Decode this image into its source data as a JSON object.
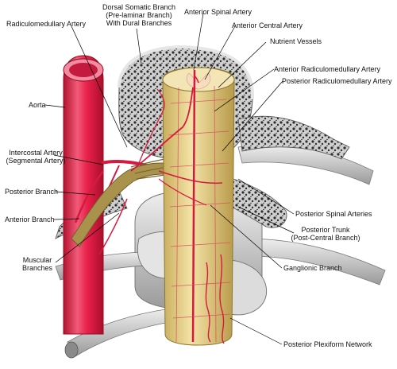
{
  "colors": {
    "artery": "#e8204a",
    "artery_dark": "#b3122f",
    "artery_light": "#f7a0b0",
    "cord": "#e9d48a",
    "cord_dark": "#b89a4a",
    "bone": "#d9d9d9",
    "bone_dark": "#8c8c8c",
    "trabecular": "#3a3a3a",
    "nerve": "#b8a058",
    "grey_matter": "#f6e3c8",
    "leader": "#000000"
  },
  "labels": {
    "radiculomedullary_artery": "Radiculomedullary Artery",
    "dorsal_somatic_line1": "Dorsal Somatic Branch",
    "dorsal_somatic_line2": "(Pre-laminar Branch)",
    "dorsal_somatic_line3": "With Dural Branches",
    "anterior_spinal_artery": "Anterior Spinal Artery",
    "anterior_central_artery": "Anterior Central Artery",
    "nutrient_vessels": "Nutrient Vessels",
    "anterior_radiculomedullary_artery": "Anterior Radiculomedullary Artery",
    "posterior_radiculomedullary_artery": "Posterior Radiculomedullary Artery",
    "aorta": "Aorta",
    "intercostal_line1": "Intercostal Artery",
    "intercostal_line2": "(Segmental Artery)",
    "posterior_branch": "Posterior Branch",
    "anterior_branch": "Anterior Branch",
    "posterior_spinal_arteries": "Posterior Spinal Arteries",
    "posterior_trunk_line1": "Posterior Trunk",
    "posterior_trunk_line2": "(Post-Central Branch)",
    "muscular_line1": "Muscular",
    "muscular_line2": "Branches",
    "ganglionic_branch": "Ganglionic Branch",
    "posterior_plexiform_network": "Posterior Plexiform Network"
  }
}
